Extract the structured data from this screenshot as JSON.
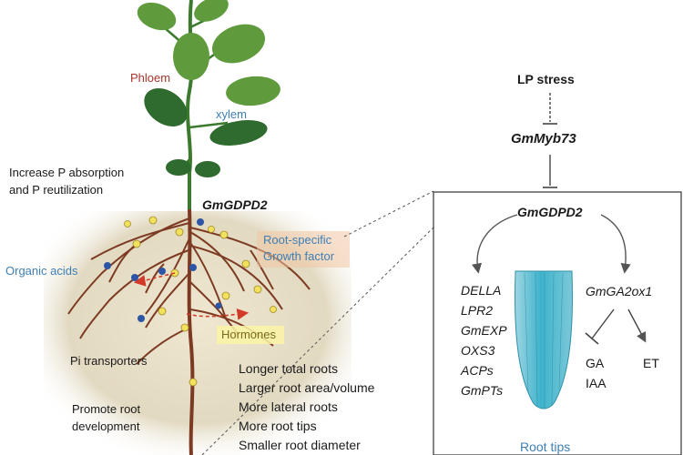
{
  "left_panel": {
    "phloem_label": "Phloem",
    "xylem_label": "xylem",
    "increase_text": [
      "Increase P absorption",
      "and P reutilization"
    ],
    "gene_label": "GmGDPD2",
    "root_specific_label": [
      "Root-specific",
      "Growth factor"
    ],
    "organic_acids_label": "Organic acids",
    "hormones_label": "Hormones",
    "pi_transporters_label": "Pi transporters",
    "promote_label": [
      "Promote root",
      "development"
    ],
    "effects": [
      "Longer total roots",
      "Larger root area/volume",
      "More lateral roots",
      "More root tips",
      "Smaller root diameter"
    ]
  },
  "right_panel": {
    "lp_stress_label": "LP stress",
    "myb_label": "GmMyb73",
    "box_gene_label": "GmGDPD2",
    "left_genes": [
      "DELLA",
      "LPR2",
      "GmEXP",
      "OXS3",
      "ACPs",
      "GmPTs"
    ],
    "ga2ox_label": "GmGA2ox1",
    "ga_label": "GA",
    "iaa_label": "IAA",
    "et_label": "ET",
    "root_tips_label": "Root tips"
  },
  "colors": {
    "leaf_light": "#5f9a3c",
    "leaf_dark": "#2f6a2f",
    "stem": "#3c7a2e",
    "root": "#7d3a22",
    "soil": "#e2d9c1",
    "nodule_yellow": "#f2e15a",
    "ion_blue": "#2c55a6",
    "arrow_red": "#d43a2a",
    "root_tip_cyan": "#3fb3cc",
    "text_blue": "#3e7fb4",
    "text_red": "#a8352c"
  }
}
